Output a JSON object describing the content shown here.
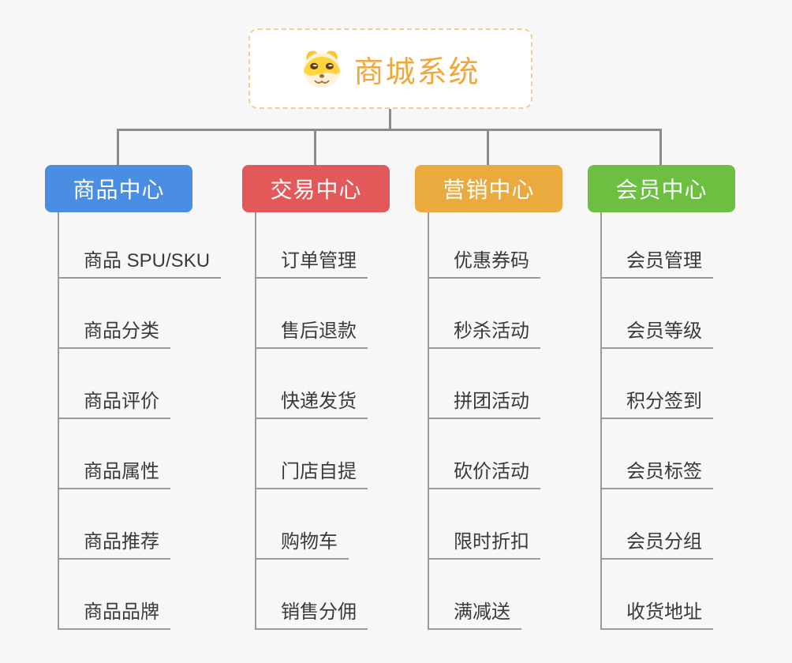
{
  "app": {
    "background_color": "#f7f7f7",
    "connector_color": "#8c8c8c",
    "leaf_line_color": "#9b9b9b"
  },
  "root": {
    "title": "商城系统",
    "icon": "doge-face-icon",
    "accent_color": "#f0a73c",
    "border_color": "#f4cd95"
  },
  "branches": [
    {
      "label": "商品中心",
      "color": "#4a8ee4",
      "children": [
        "商品 SPU/SKU",
        "商品分类",
        "商品评价",
        "商品属性",
        "商品推荐",
        "商品品牌"
      ]
    },
    {
      "label": "交易中心",
      "color": "#e35858",
      "children": [
        "订单管理",
        "售后退款",
        "快递发货",
        "门店自提",
        "购物车",
        "销售分佣"
      ]
    },
    {
      "label": "营销中心",
      "color": "#eaaa3e",
      "children": [
        "优惠券码",
        "秒杀活动",
        "拼团活动",
        "砍价活动",
        "限时折扣",
        "满减送"
      ]
    },
    {
      "label": "会员中心",
      "color": "#6cbf41",
      "children": [
        "会员管理",
        "会员等级",
        "积分签到",
        "会员标签",
        "会员分组",
        "收货地址"
      ]
    }
  ]
}
